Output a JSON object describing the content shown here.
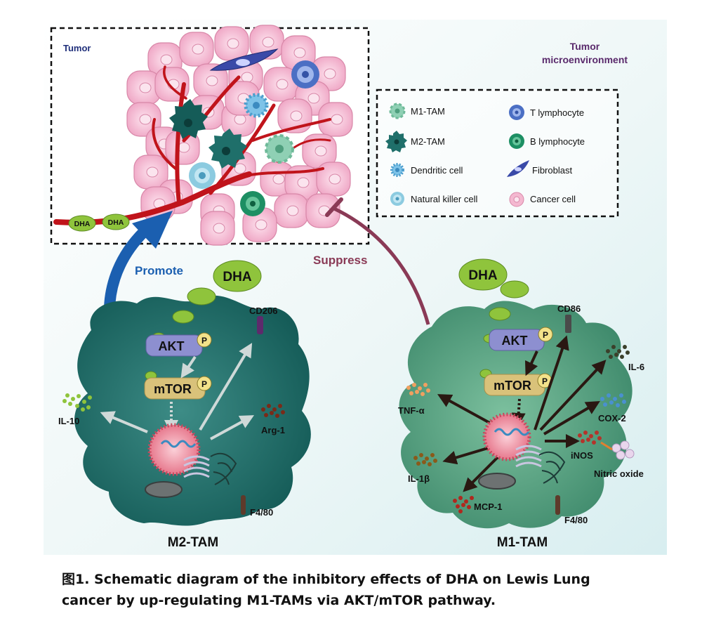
{
  "tumor_box": {
    "label": "Tumor"
  },
  "microenvironment_label": [
    "Tumor",
    "microenvironment"
  ],
  "dha_vessel_labels": [
    "DHA",
    "DHA"
  ],
  "legend": {
    "items": [
      {
        "label": "M1-TAM",
        "icon": "m1-tam-icon"
      },
      {
        "label": "T lymphocyte",
        "icon": "t-lymphocyte-icon"
      },
      {
        "label": "M2-TAM",
        "icon": "m2-tam-icon"
      },
      {
        "label": "B lymphocyte",
        "icon": "b-lymphocyte-icon"
      },
      {
        "label": "Dendritic cell",
        "icon": "dendritic-cell-icon"
      },
      {
        "label": "Fibroblast",
        "icon": "fibroblast-icon"
      },
      {
        "label": "Natural killer cell",
        "icon": "natural-killer-cell-icon"
      },
      {
        "label": "Cancer cell",
        "icon": "cancer-cell-icon"
      }
    ]
  },
  "arrows": {
    "promote": "Promote",
    "suppress": "Suppress"
  },
  "m2": {
    "title": "M2-TAM",
    "dha": "DHA",
    "akt": "AKT",
    "mtor": "mTOR",
    "phospho": "P",
    "markers": {
      "cd206": "CD206",
      "il10": "IL-10",
      "arg1": "Arg-1",
      "f480": "F4/80"
    }
  },
  "m1": {
    "title": "M1-TAM",
    "dha": "DHA",
    "akt": "AKT",
    "mtor": "mTOR",
    "phospho": "P",
    "markers": {
      "cd86": "CD86",
      "il6": "IL-6",
      "tnfa": "TNF-α",
      "cox2": "COX-2",
      "inos": "iNOS",
      "nitric_oxide": "Nitric oxide",
      "il1b": "IL-1β",
      "mcp1": "MCP-1",
      "f480": "F4/80"
    }
  },
  "caption": {
    "line1": "图1. Schematic diagram of the inhibitory effects of DHA on Lewis Lung",
    "line2": "cancer by up-regulating M1-TAMs via AKT/mTOR pathway."
  },
  "colors": {
    "m2_cell": "#1f6f6a",
    "m1_cell": "#4e9a7d",
    "cancer_cell": "#f4b8d0",
    "vessel": "#c0141b",
    "promote_arrow": "#1b5fb0",
    "suppress_arrow": "#8a3a56",
    "dha": "#8fc43c",
    "akt": "#8d8fd0",
    "mtor": "#d9c27a"
  }
}
